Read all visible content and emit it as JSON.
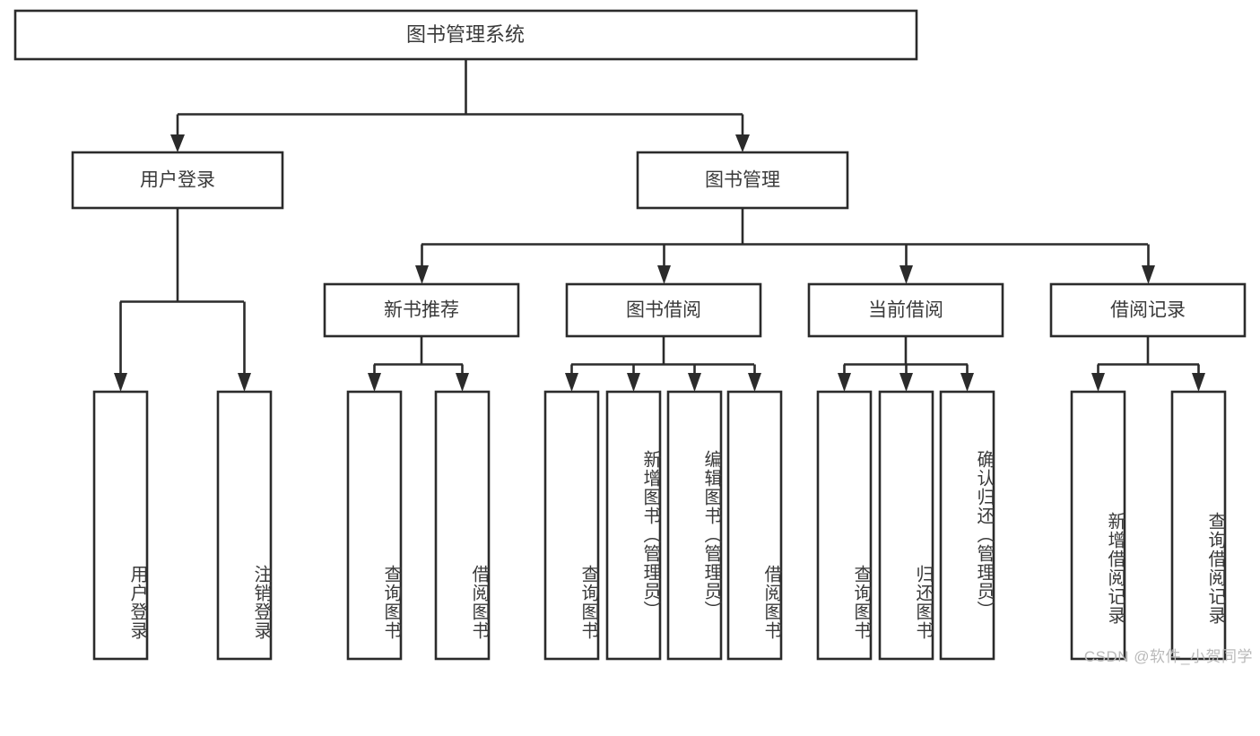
{
  "diagram": {
    "title": "图书管理系统",
    "type": "tree-hierarchy-chart",
    "watermark": "CSDN @软件_小贺同学",
    "colors": {
      "box_stroke": "#2b2b2b",
      "box_fill": "#ffffff",
      "text": "#3a3a3a",
      "background": "#ffffff",
      "watermark": "#b9b9b9"
    },
    "root": {
      "label": "图书管理系统"
    },
    "level2": [
      {
        "label": "用户登录"
      },
      {
        "label": "图书管理"
      }
    ],
    "level3": [
      {
        "label": "新书推荐"
      },
      {
        "label": "图书借阅"
      },
      {
        "label": "当前借阅"
      },
      {
        "label": "借阅记录"
      }
    ],
    "leaves": {
      "user_login": [
        {
          "label": "用户登录"
        },
        {
          "label": "注销登录"
        }
      ],
      "new_book_recommend": [
        {
          "label": "查询图书"
        },
        {
          "label": "借阅图书"
        }
      ],
      "book_borrow": [
        {
          "label": "查询图书"
        },
        {
          "label": "新增图书（管理员）"
        },
        {
          "label": "编辑图书（管理员）"
        },
        {
          "label": "借阅图书"
        }
      ],
      "current_borrow": [
        {
          "label": "查询图书"
        },
        {
          "label": "归还图书"
        },
        {
          "label": "确认归还（管理员）"
        }
      ],
      "borrow_records": [
        {
          "label": "新增借阅记录"
        },
        {
          "label": "查询借阅记录"
        }
      ]
    }
  }
}
